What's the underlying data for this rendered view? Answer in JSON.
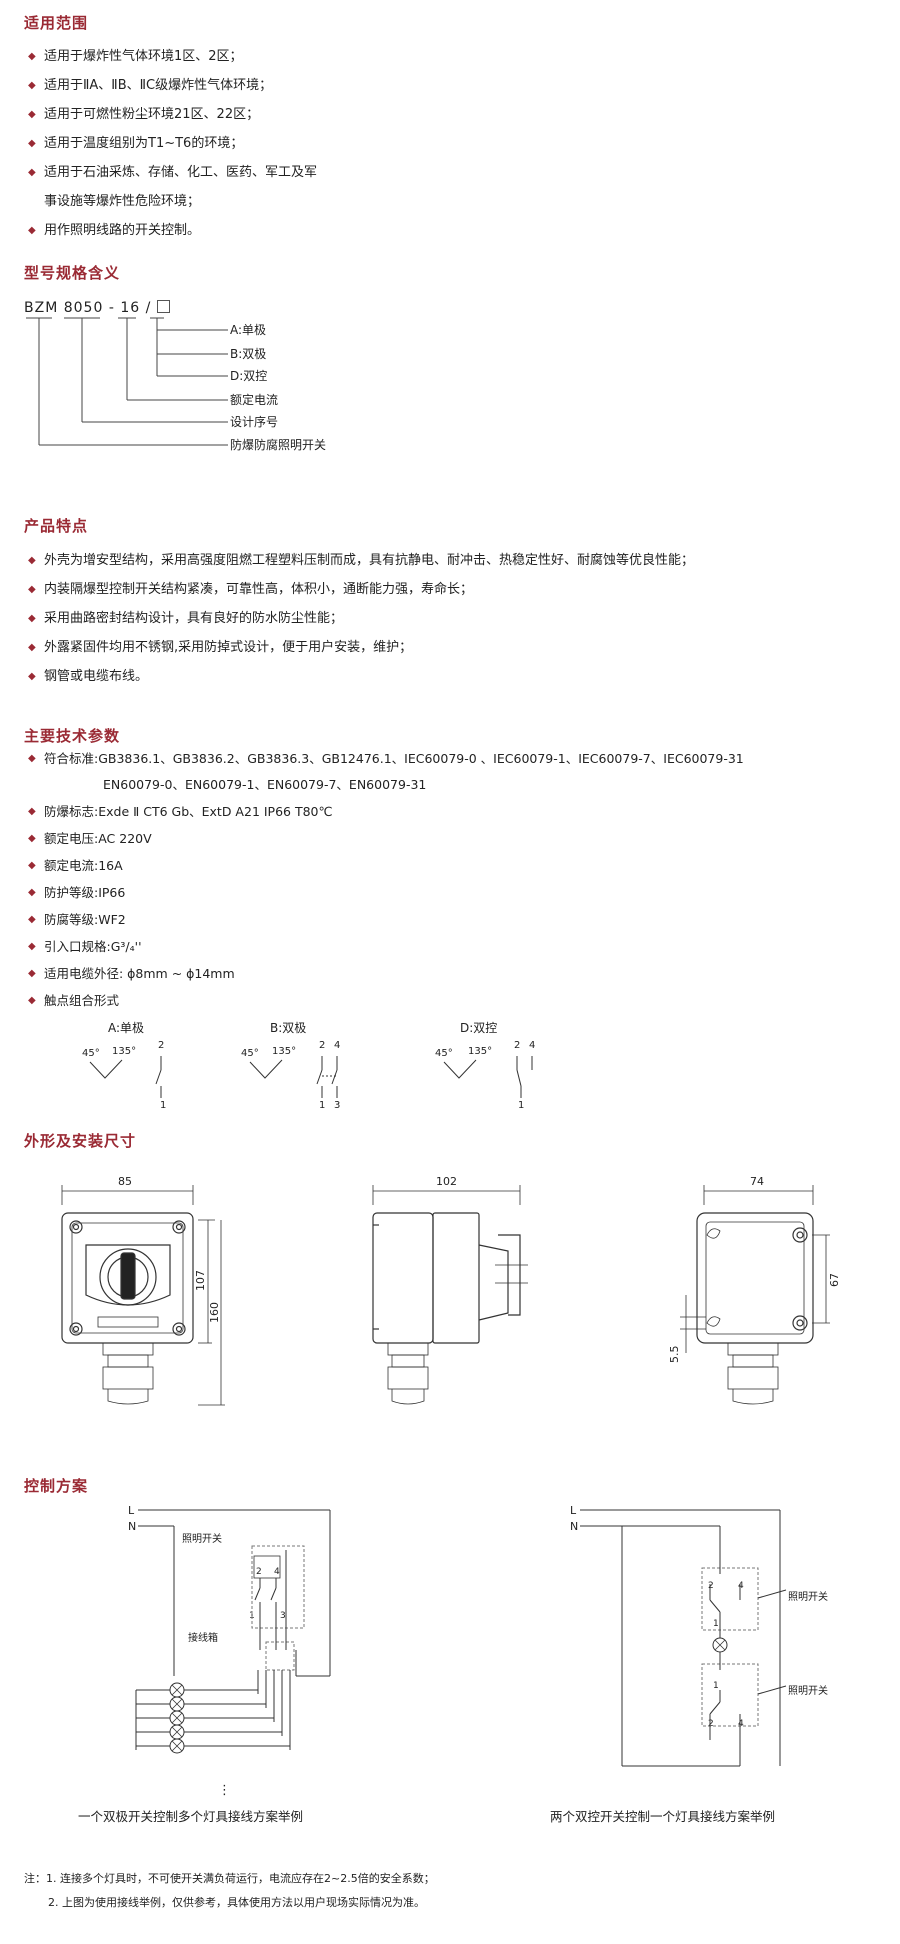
{
  "scope": {
    "title": "适用范围",
    "items": [
      "适用于爆炸性气体环境1区、2区；",
      "适用于ⅡA、ⅡB、ⅡC级爆炸性气体环境；",
      "适用于可燃性粉尘环境21区、22区；",
      "适用于温度组别为T1~T6的环境；",
      "适用于石油采炼、存储、化工、医药、军工及军"
    ],
    "item5_cont": "事设施等爆炸性危险环境；",
    "item6": "用作照明线路的开关控制。"
  },
  "model": {
    "title": "型号规格含义",
    "code_a": "BZM",
    "code_b": "8050",
    "code_c": "- 16 /",
    "labels": [
      "A:单极",
      "B:双极",
      "D:双控",
      "额定电流",
      "设计序号",
      "防爆防腐照明开关"
    ]
  },
  "features": {
    "title": "产品特点",
    "items": [
      "外壳为增安型结构，采用高强度阻燃工程塑料压制而成，具有抗静电、耐冲击、热稳定性好、耐腐蚀等优良性能；",
      "内装隔爆型控制开关结构紧凑，可靠性高，体积小，通断能力强，寿命长；",
      "采用曲路密封结构设计，具有良好的防水防尘性能；",
      "外露紧固件均用不锈钢,采用防掉式设计，便于用户安装，维护；",
      "钢管或电缆布线。"
    ]
  },
  "params": {
    "title": "主要技术参数",
    "standard_1": "符合标准:GB3836.1、GB3836.2、GB3836.3、GB12476.1、IEC60079-0 、IEC60079-1、IEC60079-7、IEC60079-31",
    "standard_2": "EN60079-0、EN60079-1、EN60079-7、EN60079-31",
    "items": [
      "防爆标志:Exde Ⅱ CT6 Gb、ExtD  A21 IP66 T80℃",
      "额定电压:AC 220V",
      "额定电流:16A",
      "防护等级:IP66",
      "防腐等级:WF2",
      "引入口规格:G³/₄''",
      "适用电缆外径: ϕ8mm ~ ϕ14mm",
      "触点组合形式"
    ],
    "contacts": {
      "a_title": "A:单极",
      "b_title": "B:双极",
      "d_title": "D:双控",
      "angle1": "45°",
      "angle2": "135°",
      "n1": "1",
      "n2": "2",
      "n3": "3",
      "n4": "4"
    }
  },
  "dims": {
    "title": "外形及安装尺寸",
    "w_front": "85",
    "h_front_inner": "107",
    "h_front": "160",
    "w_side": "102",
    "w_back": "74",
    "h_back": "67",
    "hole": "5.5"
  },
  "control": {
    "title": "控制方案",
    "L": "L",
    "N": "N",
    "switch_label": "照明开关",
    "box_label": "接线箱",
    "caption_left": "一个双极开关控制多个灯具接线方案举例",
    "caption_right": "两个双控开关控制一个灯具接线方案举例",
    "dots": "⋮",
    "t1": "1",
    "t2": "2",
    "t3": "3",
    "t4": "4"
  },
  "notes": {
    "line1": "注：1. 连接多个灯具时，不可使开关满负荷运行，电流应存在2~2.5倍的安全系数；",
    "line2": "2. 上图为使用接线举例，仅供参考，具体使用方法以用户现场实际情况为准。"
  },
  "colors": {
    "accent": "#9a2a34",
    "text": "#222222"
  }
}
